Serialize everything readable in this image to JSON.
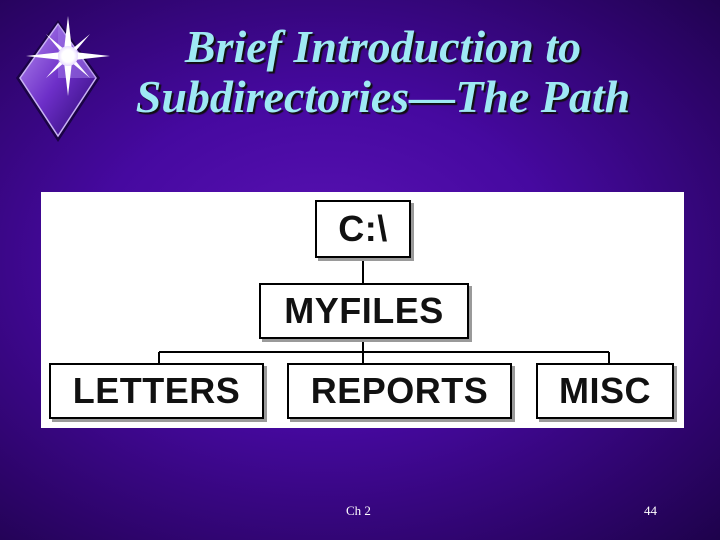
{
  "slide": {
    "title_line1": "Brief Introduction to",
    "title_line2": "Subdirectories—The Path",
    "footer_left": "Ch 2",
    "footer_right": "44"
  },
  "diagram": {
    "root": "C:\\",
    "level1": "MYFILES",
    "level2": [
      "LETTERS",
      "REPORTS",
      "MISC"
    ]
  },
  "colors": {
    "background": "#4a0aa8",
    "title": "#9fe9f4",
    "panel": "#ffffff"
  }
}
